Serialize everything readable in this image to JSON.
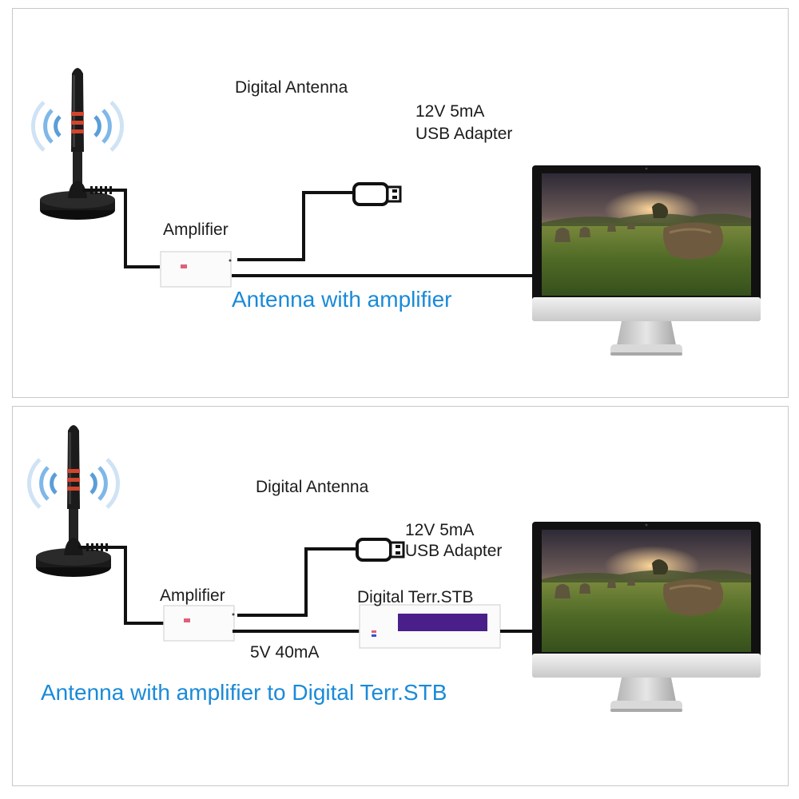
{
  "colors": {
    "caption": "#1a8ad8",
    "cable": "#111111",
    "antenna_band": "#d2452e",
    "wave": "#7fb7e8",
    "stb_display": "#4a1f8a"
  },
  "top_panel": {
    "antenna_label": "Digital Antenna",
    "power_label_line1": "12V 5mA",
    "power_label_line2": "USB Adapter",
    "amplifier_label": "Amplifier",
    "caption": "Antenna with amplifier"
  },
  "bottom_panel": {
    "antenna_label": "Digital Antenna",
    "power_label_line1": "12V 5mA",
    "power_label_line2": "USB Adapter",
    "amplifier_label": "Amplifier",
    "stb_label": "Digital Terr.STB",
    "stb_power_label": "5V 40mA",
    "caption": "Antenna with amplifier to Digital Terr.STB"
  }
}
